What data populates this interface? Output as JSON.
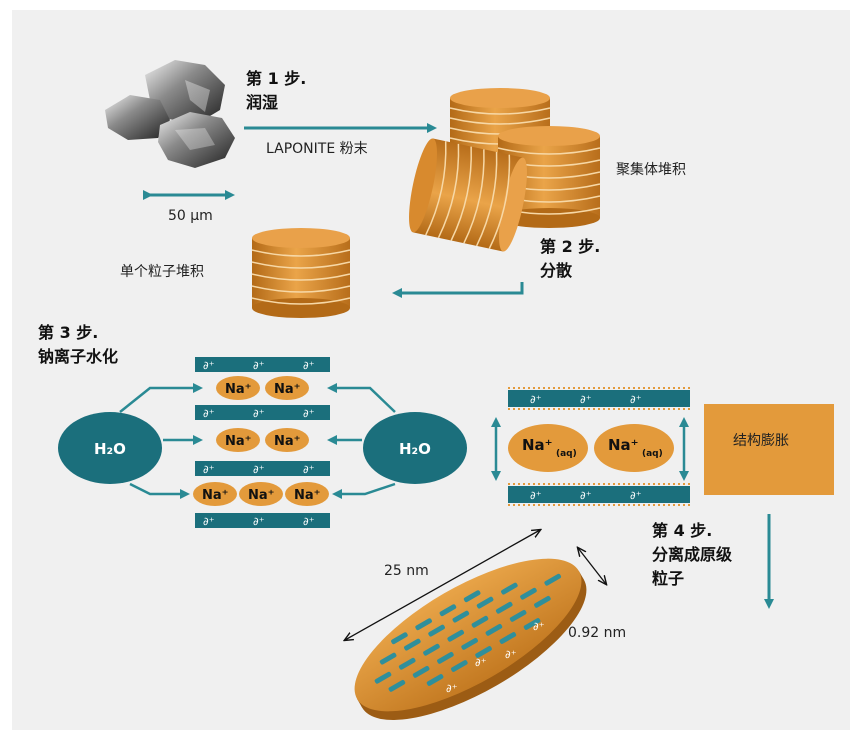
{
  "colors": {
    "background": "#f0f0f0",
    "teal": "#1b6f7c",
    "orange": "#e39a3b",
    "orange_dark": "#c77c21",
    "arrow": "#2a8a94"
  },
  "steps": {
    "step1": {
      "title": "第 1 步.",
      "action": "润湿"
    },
    "step2": {
      "title": "第 2 步.",
      "action": "分散"
    },
    "step3": {
      "title": "第 3 步.",
      "action": "钠离子水化"
    },
    "step4": {
      "title": "第 4 步.",
      "action_line1": "分离成原级",
      "action_line2": "粒子"
    }
  },
  "labels": {
    "powder": "LAPONITE 粉末",
    "scale_50": "50 μm",
    "aggregate_stack": "聚集体堆积",
    "single_stack": "单个粒子堆积",
    "structure_swelling": "结构膨胀",
    "diameter": "25 nm",
    "thickness": "0.92 nm"
  },
  "ions": {
    "water": "H₂O",
    "sodium": "Na⁺",
    "sodium_aq_base": "Na⁺",
    "sodium_aq_sub": "(aq)",
    "partial_positive": "∂⁺"
  },
  "icons": [
    "powder-granules-icon",
    "coin-stack-icon",
    "clay-disc-icon",
    "arrow-icon"
  ]
}
